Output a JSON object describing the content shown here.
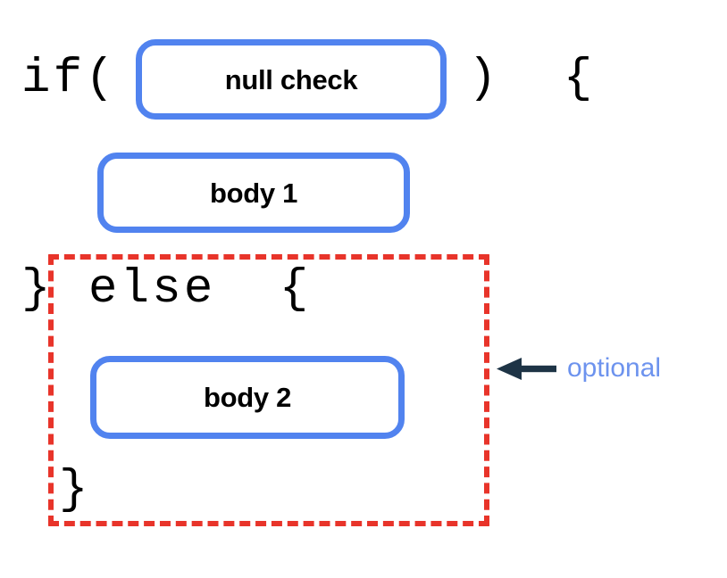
{
  "diagram": {
    "title": "if / else null check structure",
    "colors": {
      "box_border": "#5183ef",
      "dashed_region": "#e8342a",
      "arrow": "#1e3446",
      "annotation_text": "#6d93ee",
      "code_text": "#000000",
      "background": "#ffffff"
    },
    "code_fragments": [
      {
        "name": "if-open",
        "text": "if("
      },
      {
        "name": "if-close",
        "text": ")  {"
      },
      {
        "name": "brace-close-if",
        "text": "}"
      },
      {
        "name": "else-open",
        "text": "else  {"
      },
      {
        "name": "brace-close-else",
        "text": "}"
      }
    ],
    "boxes": [
      {
        "name": "null-check",
        "label": "null check"
      },
      {
        "name": "body-1",
        "label": "body 1"
      },
      {
        "name": "body-2",
        "label": "body 2"
      }
    ],
    "annotation": {
      "label": "optional",
      "arrow_direction": "left",
      "points_at": "else-region"
    }
  }
}
